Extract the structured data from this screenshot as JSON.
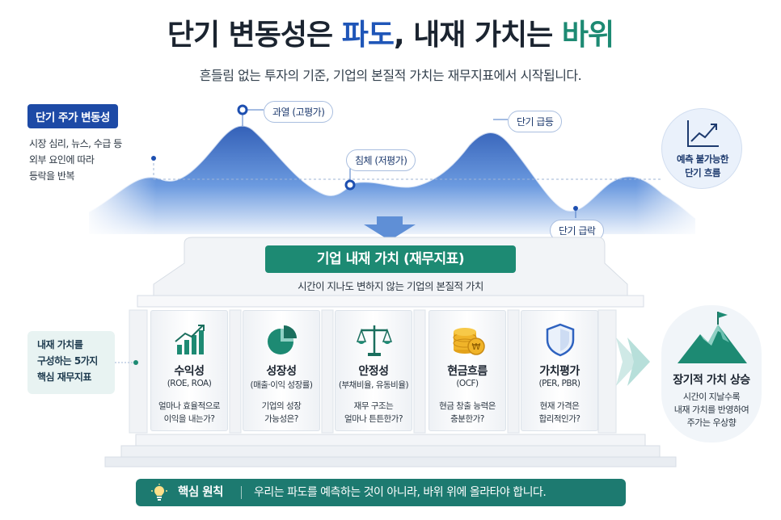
{
  "header": {
    "title_part1": "단기 변동성은 ",
    "title_wave": "파도",
    "title_part2": ", 내재 가치는 ",
    "title_rock": "바위",
    "subtitle": "흔들림 없는 투자의 기준, 기업의 본질적 가치는 재무지표에서 시작됩니다."
  },
  "volatility": {
    "tag": "단기 주가 변동성",
    "desc": [
      "시장 심리, 뉴스, 수급 등",
      "외부 요인에 따라",
      "등락을 반복"
    ],
    "bubbles": {
      "overheat": "과열 (고평가)",
      "slump": "침체 (저평가)",
      "surge": "단기 급등",
      "plunge": "단기 급락"
    },
    "right_circle": [
      "예측 불가능한",
      "단기 흐름"
    ],
    "icon_right": "trend-chart-icon"
  },
  "temple": {
    "title": "기업 내재 가치 (재무지표)",
    "subtitle": "시간이 지나도 변하지 않는 기업의 본질적 가치",
    "left_box": [
      "내재 가치를",
      "구성하는 5가지",
      "핵심 재무지표"
    ],
    "pillars": [
      {
        "name": "수익성",
        "sub": "(ROE, ROA)",
        "q": [
          "얼마나 효율적으로",
          "이익을 내는가?"
        ],
        "icon": "bar-growth-icon"
      },
      {
        "name": "성장성",
        "sub": "(매출·이익 성장률)",
        "q": [
          "기업의 성장",
          "가능성은?"
        ],
        "icon": "pie-chart-icon"
      },
      {
        "name": "안정성",
        "sub": "(부채비율, 유동비율)",
        "q": [
          "재무 구조는",
          "얼마나 튼튼한가?"
        ],
        "icon": "scale-icon"
      },
      {
        "name": "현금흐름",
        "sub": "(OCF)",
        "q": [
          "현금 창출 능력은",
          "충분한가?"
        ],
        "icon": "coins-icon"
      },
      {
        "name": "가치평가",
        "sub": "(PER, PBR)",
        "q": [
          "현재 가격은",
          "합리적인가?"
        ],
        "icon": "shield-icon"
      }
    ]
  },
  "outcome": {
    "title": "장기적 가치 상승",
    "desc": [
      "시간이 지날수록",
      "내재 가치를 반영하여",
      "주가는 우상향"
    ],
    "icon": "mountain-flag-icon"
  },
  "principle": {
    "key": "핵심 원칙",
    "message": "우리는 파도를 예측하는 것이 아니라, 바위 위에 올라타야 합니다."
  },
  "colors": {
    "blue": "#1f56b8",
    "green": "#1d8a73",
    "dark_tag": "#1d4aa6",
    "bar": "#1d7a70"
  }
}
